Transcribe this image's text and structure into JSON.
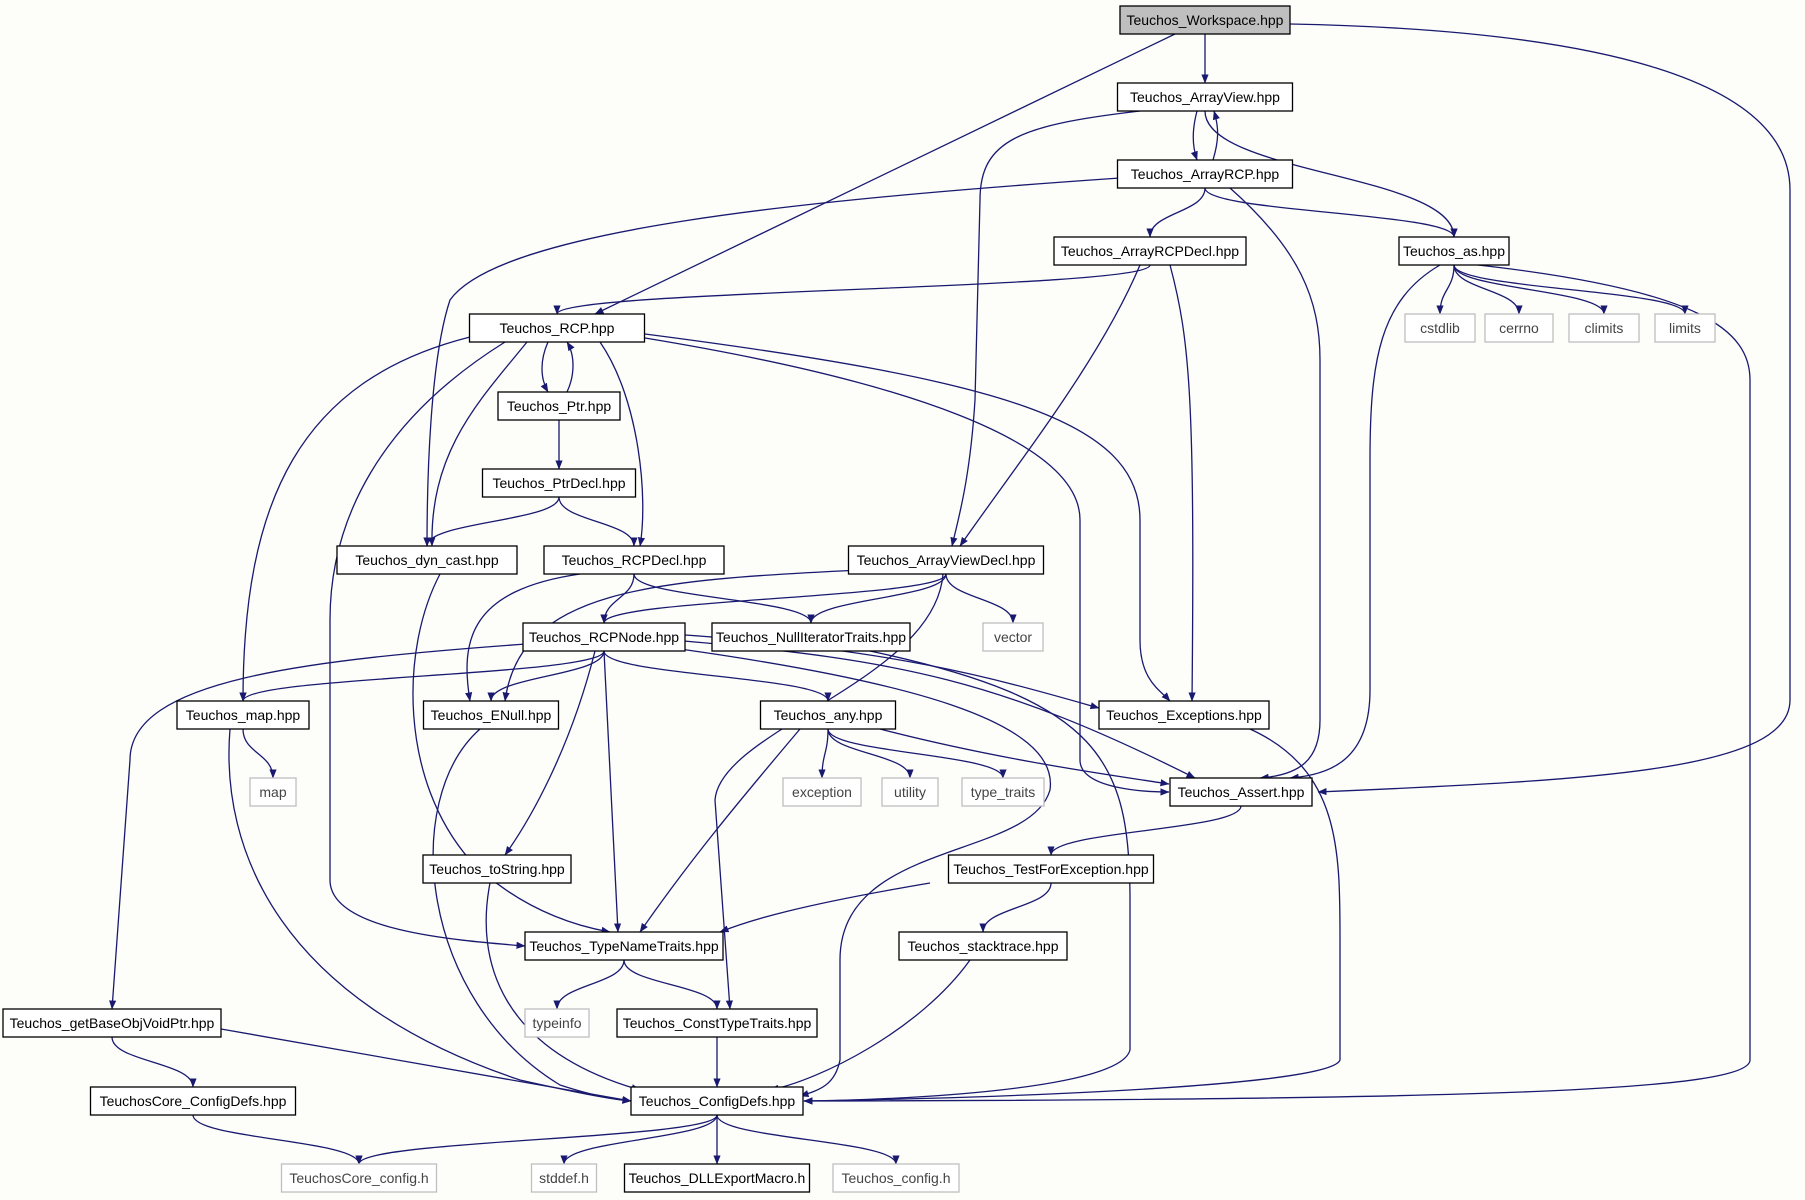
{
  "diagram": {
    "root": "Teuchos_Workspace.hpp",
    "nodes": [
      {
        "id": "workspace",
        "label": "Teuchos_Workspace.hpp",
        "kind": "root"
      },
      {
        "id": "arrayview",
        "label": "Teuchos_ArrayView.hpp",
        "kind": "header"
      },
      {
        "id": "arrayrcp",
        "label": "Teuchos_ArrayRCP.hpp",
        "kind": "header"
      },
      {
        "id": "arrayrcpdecl",
        "label": "Teuchos_ArrayRCPDecl.hpp",
        "kind": "header"
      },
      {
        "id": "as",
        "label": "Teuchos_as.hpp",
        "kind": "header"
      },
      {
        "id": "cstdlib",
        "label": "cstdlib",
        "kind": "system"
      },
      {
        "id": "cerrno",
        "label": "cerrno",
        "kind": "system"
      },
      {
        "id": "climits",
        "label": "climits",
        "kind": "system"
      },
      {
        "id": "limits",
        "label": "limits",
        "kind": "system"
      },
      {
        "id": "rcp",
        "label": "Teuchos_RCP.hpp",
        "kind": "header"
      },
      {
        "id": "ptr",
        "label": "Teuchos_Ptr.hpp",
        "kind": "header"
      },
      {
        "id": "ptrdecl",
        "label": "Teuchos_PtrDecl.hpp",
        "kind": "header"
      },
      {
        "id": "dyncast",
        "label": "Teuchos_dyn_cast.hpp",
        "kind": "header"
      },
      {
        "id": "rcpdecl",
        "label": "Teuchos_RCPDecl.hpp",
        "kind": "header"
      },
      {
        "id": "arrayviewdecl",
        "label": "Teuchos_ArrayViewDecl.hpp",
        "kind": "header"
      },
      {
        "id": "vector",
        "label": "vector",
        "kind": "system"
      },
      {
        "id": "rcpnode",
        "label": "Teuchos_RCPNode.hpp",
        "kind": "header"
      },
      {
        "id": "nulliter",
        "label": "Teuchos_NullIteratorTraits.hpp",
        "kind": "header"
      },
      {
        "id": "map",
        "label": "Teuchos_map.hpp",
        "kind": "header"
      },
      {
        "id": "enull",
        "label": "Teuchos_ENull.hpp",
        "kind": "header"
      },
      {
        "id": "any",
        "label": "Teuchos_any.hpp",
        "kind": "header"
      },
      {
        "id": "exceptions",
        "label": "Teuchos_Exceptions.hpp",
        "kind": "header"
      },
      {
        "id": "mapstd",
        "label": "map",
        "kind": "system"
      },
      {
        "id": "exception",
        "label": "exception",
        "kind": "system"
      },
      {
        "id": "utility",
        "label": "utility",
        "kind": "system"
      },
      {
        "id": "typetraits",
        "label": "type_traits",
        "kind": "system"
      },
      {
        "id": "assert",
        "label": "Teuchos_Assert.hpp",
        "kind": "header"
      },
      {
        "id": "tostring",
        "label": "Teuchos_toString.hpp",
        "kind": "header"
      },
      {
        "id": "testforexc",
        "label": "Teuchos_TestForException.hpp",
        "kind": "header"
      },
      {
        "id": "typenametraits",
        "label": "Teuchos_TypeNameTraits.hpp",
        "kind": "header"
      },
      {
        "id": "stacktrace",
        "label": "Teuchos_stacktrace.hpp",
        "kind": "header"
      },
      {
        "id": "getbase",
        "label": "Teuchos_getBaseObjVoidPtr.hpp",
        "kind": "header"
      },
      {
        "id": "typeinfo",
        "label": "typeinfo",
        "kind": "system"
      },
      {
        "id": "consttypetraits",
        "label": "Teuchos_ConstTypeTraits.hpp",
        "kind": "header"
      },
      {
        "id": "coreconfigdefs",
        "label": "TeuchosCore_ConfigDefs.hpp",
        "kind": "header"
      },
      {
        "id": "configdefs",
        "label": "Teuchos_ConfigDefs.hpp",
        "kind": "header"
      },
      {
        "id": "coreconfigh",
        "label": "TeuchosCore_config.h",
        "kind": "system"
      },
      {
        "id": "stddef",
        "label": "stddef.h",
        "kind": "system"
      },
      {
        "id": "dllexport",
        "label": "Teuchos_DLLExportMacro.h",
        "kind": "header"
      },
      {
        "id": "configh",
        "label": "Teuchos_config.h",
        "kind": "system"
      }
    ],
    "edges": [
      [
        "workspace",
        "arrayview"
      ],
      [
        "workspace",
        "rcp"
      ],
      [
        "workspace",
        "assert"
      ],
      [
        "arrayview",
        "arrayrcp"
      ],
      [
        "arrayrcp",
        "arrayview"
      ],
      [
        "arrayview",
        "arrayviewdecl"
      ],
      [
        "arrayview",
        "as"
      ],
      [
        "arrayrcp",
        "arrayrcpdecl"
      ],
      [
        "arrayrcp",
        "as"
      ],
      [
        "arrayrcp",
        "dyncast"
      ],
      [
        "arrayrcp",
        "assert"
      ],
      [
        "arrayrcpdecl",
        "rcp"
      ],
      [
        "arrayrcpdecl",
        "arrayviewdecl"
      ],
      [
        "arrayrcpdecl",
        "exceptions"
      ],
      [
        "as",
        "cstdlib"
      ],
      [
        "as",
        "cerrno"
      ],
      [
        "as",
        "climits"
      ],
      [
        "as",
        "limits"
      ],
      [
        "as",
        "assert"
      ],
      [
        "as",
        "configdefs"
      ],
      [
        "rcp",
        "ptr"
      ],
      [
        "ptr",
        "rcp"
      ],
      [
        "rcp",
        "dyncast"
      ],
      [
        "rcp",
        "rcpdecl"
      ],
      [
        "rcp",
        "map"
      ],
      [
        "rcp",
        "typenametraits"
      ],
      [
        "rcp",
        "exceptions"
      ],
      [
        "rcp",
        "assert"
      ],
      [
        "ptr",
        "ptrdecl"
      ],
      [
        "ptrdecl",
        "dyncast"
      ],
      [
        "ptrdecl",
        "rcpdecl"
      ],
      [
        "dyncast",
        "typenametraits"
      ],
      [
        "rcpdecl",
        "rcpnode"
      ],
      [
        "rcpdecl",
        "nulliter"
      ],
      [
        "rcpdecl",
        "enull"
      ],
      [
        "arrayviewdecl",
        "rcpnode"
      ],
      [
        "arrayviewdecl",
        "nulliter"
      ],
      [
        "arrayviewdecl",
        "vector"
      ],
      [
        "arrayviewdecl",
        "enull"
      ],
      [
        "arrayviewdecl",
        "consttypetraits"
      ],
      [
        "rcpnode",
        "map"
      ],
      [
        "rcpnode",
        "enull"
      ],
      [
        "rcpnode",
        "any"
      ],
      [
        "rcpnode",
        "exceptions"
      ],
      [
        "rcpnode",
        "assert"
      ],
      [
        "rcpnode",
        "tostring"
      ],
      [
        "rcpnode",
        "typenametraits"
      ],
      [
        "rcpnode",
        "getbase"
      ],
      [
        "rcpnode",
        "configdefs"
      ],
      [
        "nulliter",
        "configdefs"
      ],
      [
        "map",
        "mapstd"
      ],
      [
        "map",
        "configdefs"
      ],
      [
        "enull",
        "configdefs"
      ],
      [
        "any",
        "exception"
      ],
      [
        "any",
        "utility"
      ],
      [
        "any",
        "typetraits"
      ],
      [
        "any",
        "assert"
      ],
      [
        "any",
        "typenametraits"
      ],
      [
        "exceptions",
        "configdefs"
      ],
      [
        "assert",
        "testforexc"
      ],
      [
        "tostring",
        "configdefs"
      ],
      [
        "testforexc",
        "typenametraits"
      ],
      [
        "testforexc",
        "stacktrace"
      ],
      [
        "typenametraits",
        "typeinfo"
      ],
      [
        "typenametraits",
        "consttypetraits"
      ],
      [
        "stacktrace",
        "configdefs"
      ],
      [
        "getbase",
        "coreconfigdefs"
      ],
      [
        "getbase",
        "configdefs"
      ],
      [
        "consttypetraits",
        "configdefs"
      ],
      [
        "coreconfigdefs",
        "coreconfigh"
      ],
      [
        "configdefs",
        "coreconfigh"
      ],
      [
        "configdefs",
        "stddef"
      ],
      [
        "configdefs",
        "dllexport"
      ],
      [
        "configdefs",
        "configh"
      ]
    ]
  }
}
